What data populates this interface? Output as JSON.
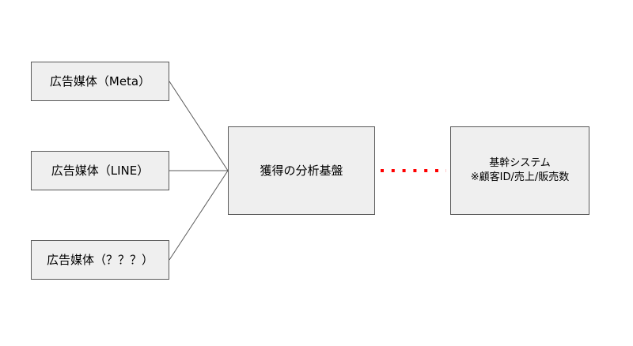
{
  "diagram": {
    "media_boxes": [
      {
        "label": "広告媒体（Meta）"
      },
      {
        "label": "広告媒体（LINE）"
      },
      {
        "label": "広告媒体（？？？）"
      }
    ],
    "hub": {
      "label": "獲得の分析基盤"
    },
    "core_system": {
      "title": "基幹システム",
      "subtitle": "※顧客ID/売上/販売数"
    }
  },
  "colors": {
    "box_fill": "#efefef",
    "box_border": "#595959",
    "connector_line": "#595959",
    "dotted_link": "#ff0000"
  }
}
